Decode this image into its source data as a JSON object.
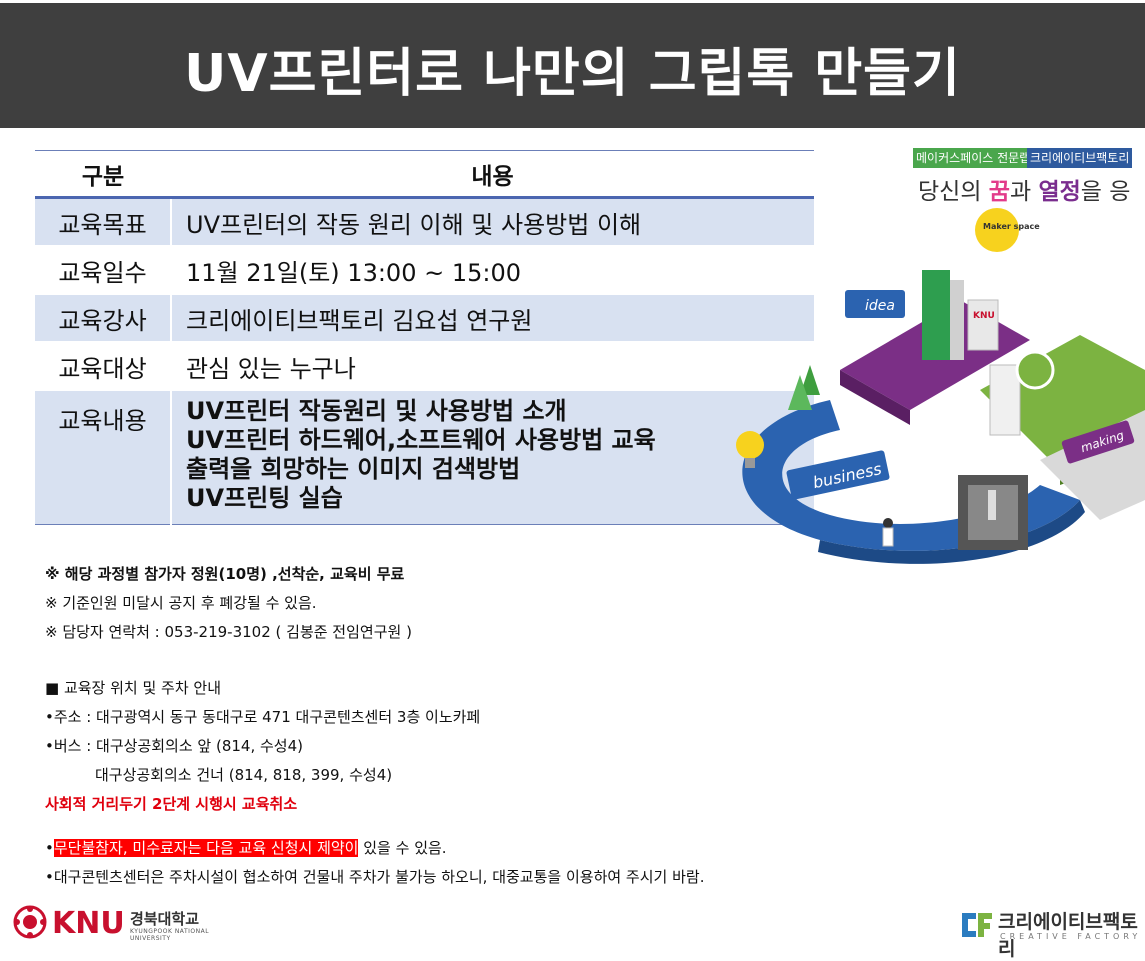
{
  "title": "UV프린터로 나만의 그립톡 만들기",
  "table": {
    "header": {
      "col1": "구분",
      "col2": "내용"
    },
    "rows": [
      {
        "label": "교육목표",
        "value": "UV프린터의 작동 원리 이해 및 사용방법 이해"
      },
      {
        "label": "교육일수",
        "value": "11월 21일(토) 13:00 ~ 15:00"
      },
      {
        "label": "교육강사",
        "value": "크리에이티브팩토리 김요섭 연구원"
      },
      {
        "label": "교육대상",
        "value": "관심 있는 누구나"
      },
      {
        "label": "교육내용",
        "lines": [
          "UV프린터 작동원리 및 사용방법 소개",
          "UV프린터 하드웨어,소프트웨어 사용방법 교육",
          "출력을 희망하는 이미지 검색방법",
          "UV프린팅 실습"
        ]
      }
    ]
  },
  "notes": [
    "※ 해당 과정별 참가자 정원(10명) ,선착순, 교육비 무료",
    "※ 기준인원 미달시 공지 후 폐강될 수 있음.",
    "※ 담당자 연락처 : 053-219-3102 ( 김봉준 전임연구원 )"
  ],
  "location": {
    "heading": "■ 교육장 위치 및 주차 안내",
    "address": "•주소 : 대구광역시 동구 동대구로 471  대구콘텐츠센터 3층 이노카페",
    "bus1": "•버스 : 대구상공회의소 앞 (814,  수성4)",
    "bus2": "대구상공회의소 건너 (814,  818,  399,  수성4)",
    "warning": "사회적 거리두기 2단계 시행시 교육취소"
  },
  "bottom": {
    "bullet": "•",
    "highlight": "무단불참자, 미수료자는 다음 교육 신청시 제약이",
    "rest": " 있을 수 있음.",
    "parking": "•대구콘텐츠센터은 주차시설이 협소하여 건물내 주차가 불가능 하오니, 대중교통을 이용하여 주시기 바람."
  },
  "promo": {
    "tag1": "메이커스페이스 전문랩",
    "tag2": "크리에이티브팩토리",
    "slogan_a": "당신의 ",
    "slogan_k1": "꿈",
    "slogan_b": "과 ",
    "slogan_k2": "열정",
    "slogan_c": "을 응",
    "sign_idea": "idea",
    "sign_maker": "Maker space",
    "sign_business": "business",
    "sign_making": "making",
    "sign_knu": "KNU"
  },
  "logos": {
    "knu_mark": "KNU",
    "knu_name": "경북대학교",
    "knu_sub": "KYUNGPOOK NATIONAL UNIVERSITY",
    "cf_name": "크리에이티브팩토리",
    "cf_sub": "CREATIVE FACTORY"
  },
  "colors": {
    "banner": "#3f3f3f",
    "table_shade": "#d8e1f1",
    "warning_red": "#e0000d",
    "knu_red": "#c8102e"
  }
}
